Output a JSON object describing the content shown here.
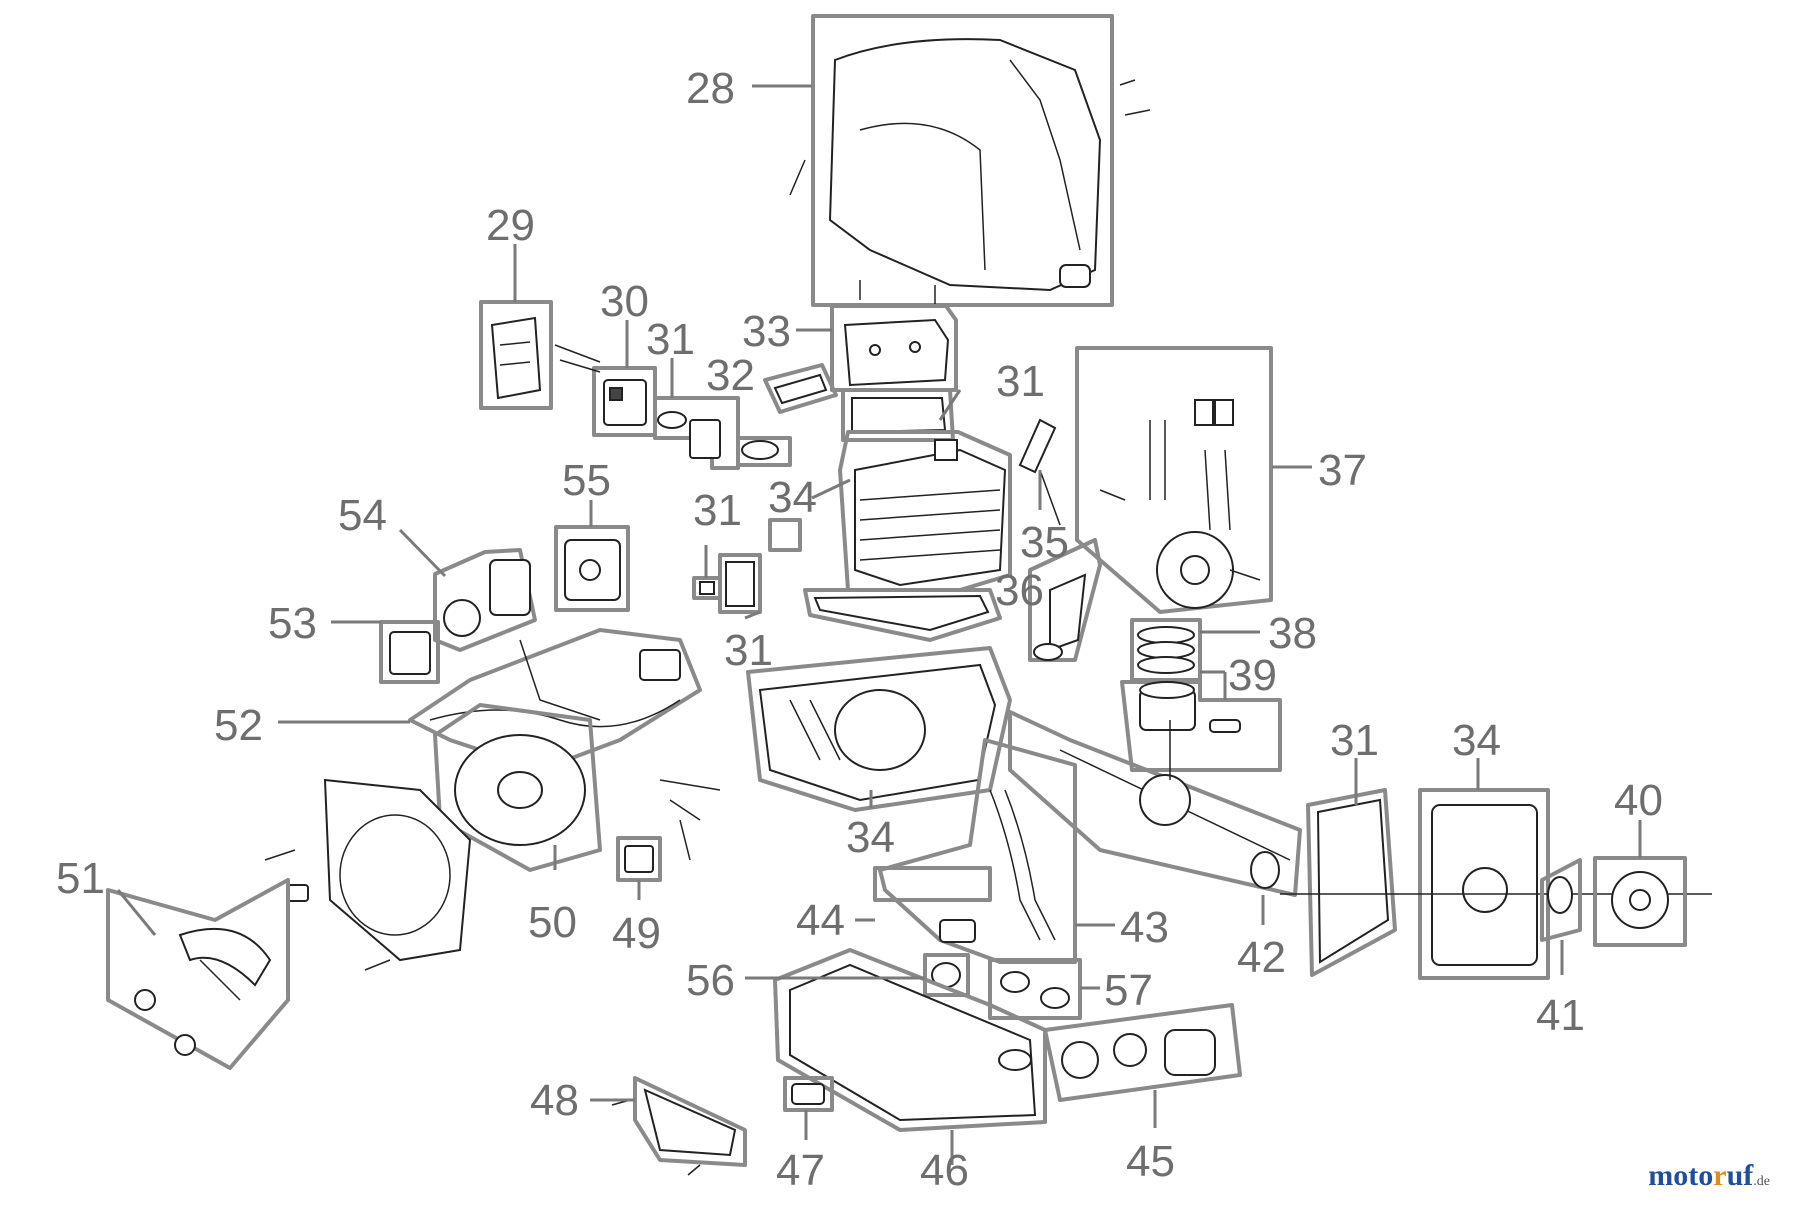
{
  "callouts": {
    "c28": "28",
    "c29": "29",
    "c30": "30",
    "c31a": "31",
    "c33": "33",
    "c32": "32",
    "c31b": "31",
    "c37": "37",
    "c54": "54",
    "c55": "55",
    "c31c": "31",
    "c34a": "34",
    "c35": "35",
    "c53": "53",
    "c36": "36",
    "c38": "38",
    "c31d": "31",
    "c39": "39",
    "c52": "52",
    "c31e": "31",
    "c34b": "34",
    "c40": "40",
    "c34c": "34",
    "c51": "51",
    "c50": "50",
    "c49": "49",
    "c44": "44",
    "c43": "43",
    "c42": "42",
    "c41": "41",
    "c56": "56",
    "c57": "57",
    "c48": "48",
    "c47": "47",
    "c46": "46",
    "c45": "45"
  },
  "watermark": {
    "part1": "moto",
    "part2": "r",
    "part3": "uf",
    "part4": ".de"
  }
}
